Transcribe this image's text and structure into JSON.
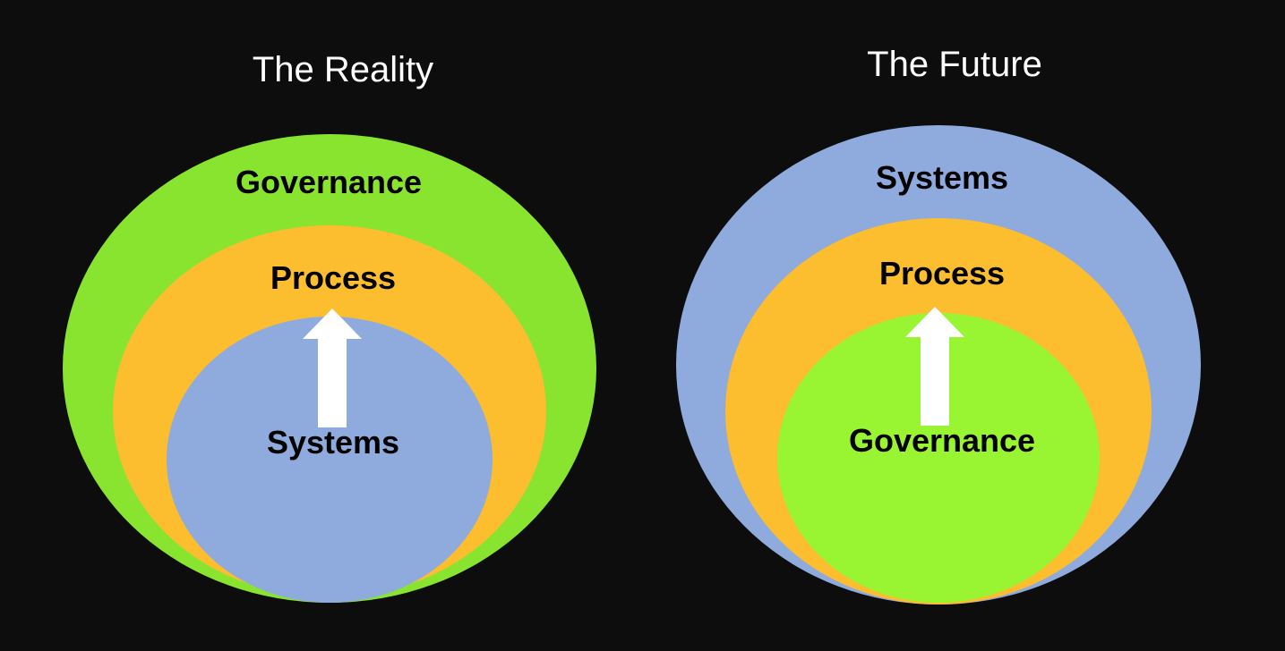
{
  "diagrams": [
    {
      "title": "The Reality",
      "rings": {
        "outer": {
          "label": "Governance",
          "color": "#89e42f"
        },
        "middle": {
          "label": "Process",
          "color": "#fcbd2f"
        },
        "inner": {
          "label": "Systems",
          "color": "#8faadc"
        }
      },
      "arrow": "up-arrow"
    },
    {
      "title": "The Future",
      "rings": {
        "outer": {
          "label": "Systems",
          "color": "#8faadc"
        },
        "middle": {
          "label": "Process",
          "color": "#fcbd2f"
        },
        "inner": {
          "label": "Governance",
          "color": "#99f531"
        }
      },
      "arrow": "up-arrow"
    }
  ],
  "colors": {
    "background": "#0d0d0d",
    "title_text": "#ffffff",
    "label_text": "#000000",
    "arrow": "#ffffff"
  }
}
